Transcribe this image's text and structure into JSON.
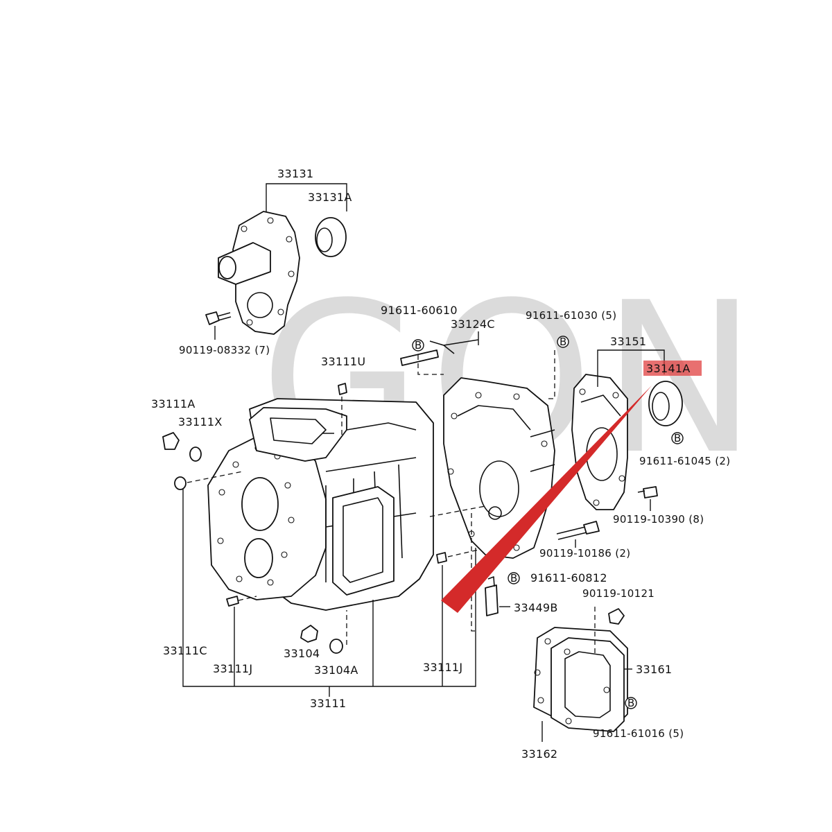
{
  "watermark": "GON",
  "colors": {
    "line": "#111111",
    "highlight": "#e04040",
    "arrow": "#d42a2a",
    "watermark": "#bdbdbd"
  },
  "labels": {
    "p33131": "33131",
    "p33131A": "33131A",
    "p90119_08332": "90119-08332 (7)",
    "p91611_60610": "91611-60610",
    "p33124C": "33124C",
    "p91611_61030": "91611-61030 (5)",
    "p33151": "33151",
    "p33141A": "33141A",
    "p33111U": "33111U",
    "p33111A": "33111A",
    "p33111X": "33111X",
    "p91611_61045": "91611-61045 (2)",
    "p90119_10390": "90119-10390 (8)",
    "p90119_10186": "90119-10186 (2)",
    "p91611_60812": "91611-60812",
    "p33449B": "33449B",
    "p90119_10121": "90119-10121",
    "p33161": "33161",
    "p91611_61016": "91611-61016 (5)",
    "p33162": "33162",
    "p33111C": "33111C",
    "p33111J_left": "33111J",
    "p33104": "33104",
    "p33104A": "33104A",
    "p33111J_right": "33111J",
    "p33111": "33111"
  },
  "bolt_marker": "B",
  "highlight": {
    "part": "33141A",
    "arrow_target": "oil-seal-33141A"
  }
}
